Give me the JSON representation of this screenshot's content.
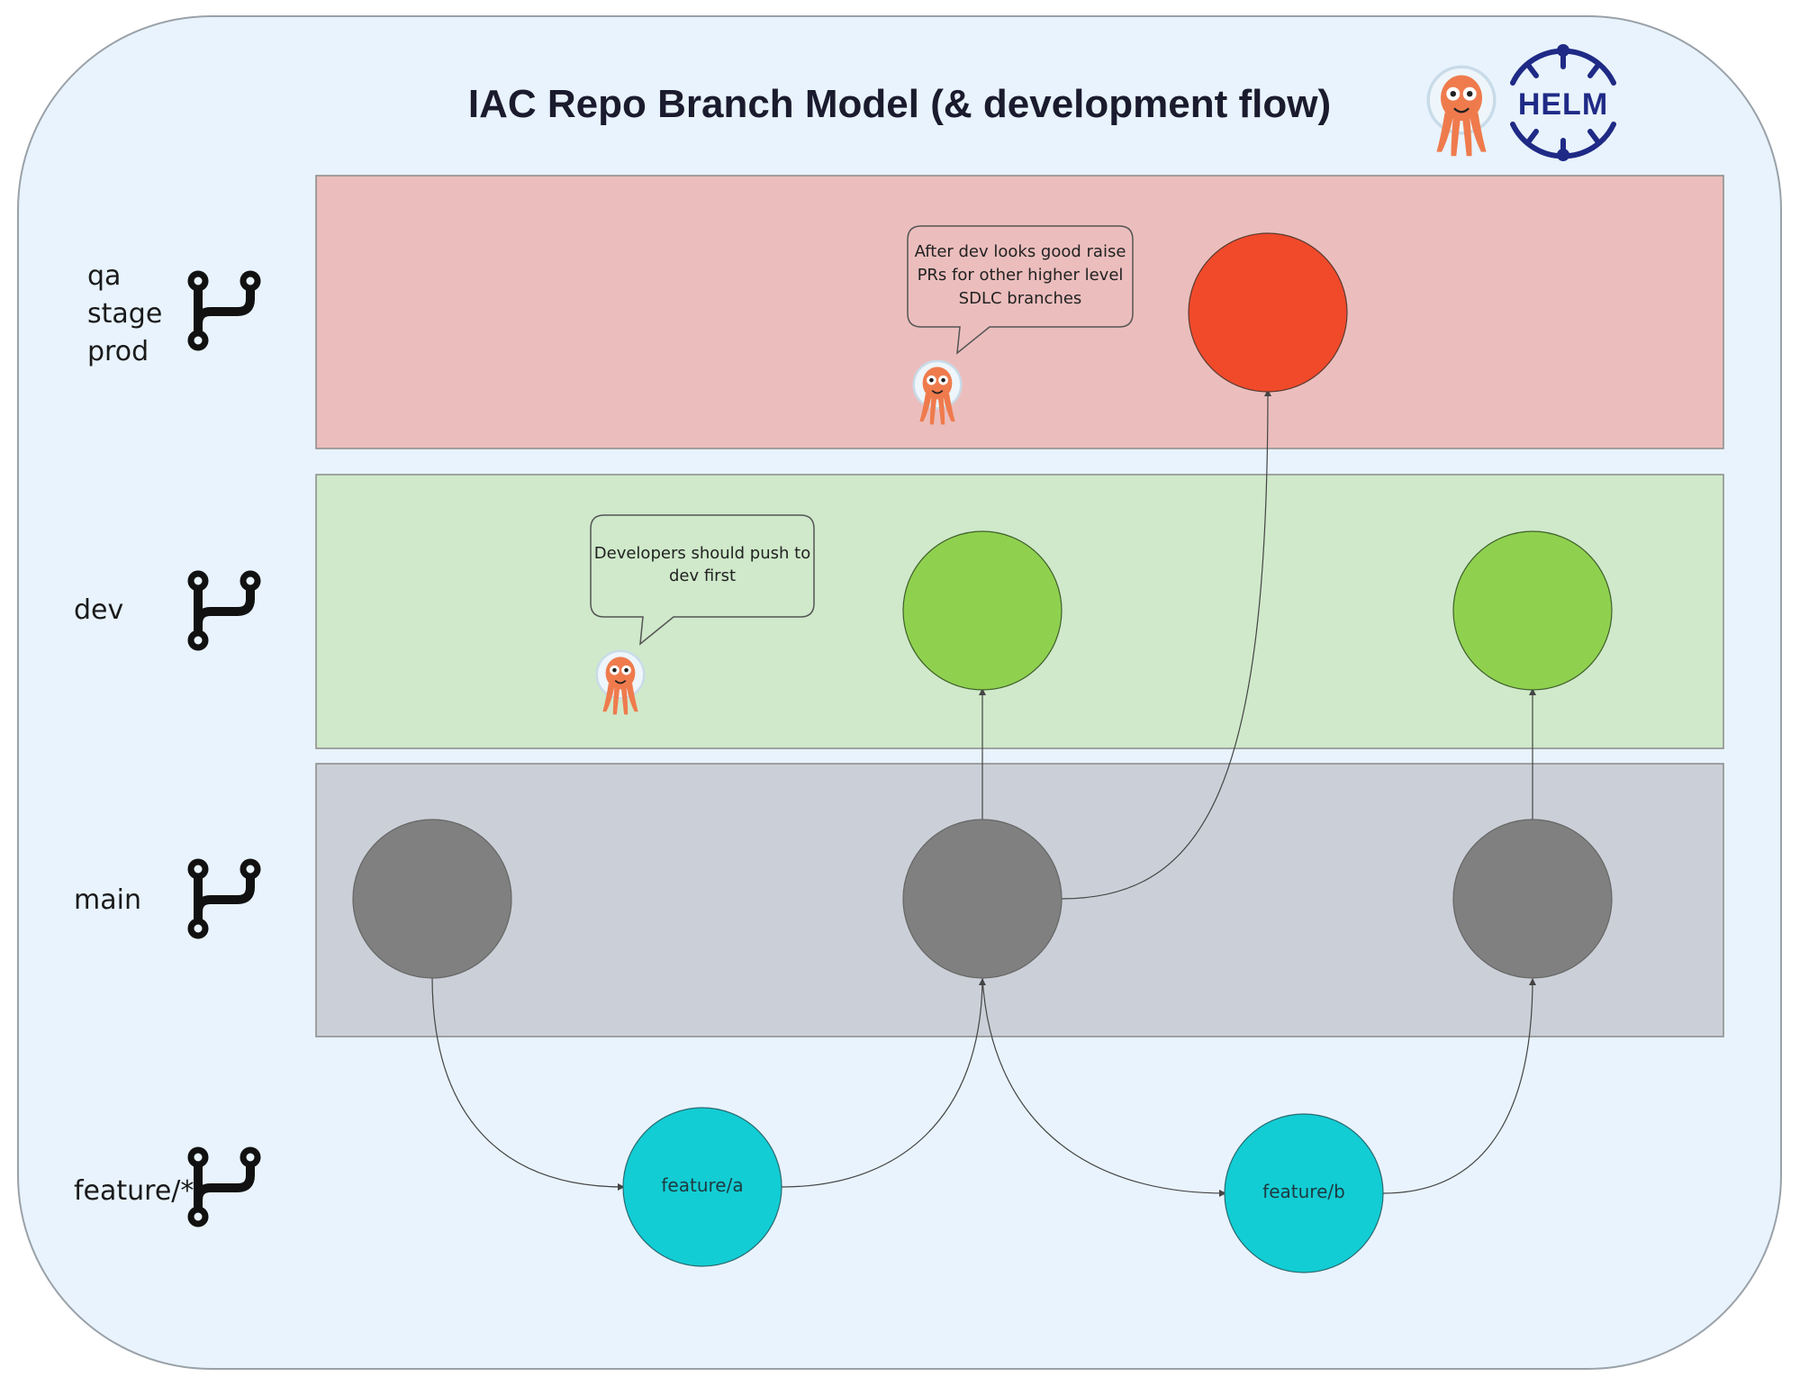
{
  "title": "IAC Repo Branch Model (& development flow)",
  "logos": {
    "argo_icon": "octopus-mascot-icon",
    "helm_label": "HELM",
    "helm_icon": "ship-wheel-icon"
  },
  "lanes": [
    {
      "id": "prod",
      "labels": [
        "qa",
        "stage",
        "prod"
      ],
      "color": "#ebbebd",
      "icon": "git-branch-icon"
    },
    {
      "id": "dev",
      "labels": [
        "dev"
      ],
      "color": "#cfe9ca",
      "icon": "git-branch-icon"
    },
    {
      "id": "main",
      "labels": [
        "main"
      ],
      "color": "#cbd0d8",
      "icon": "git-branch-icon"
    },
    {
      "id": "feature",
      "labels": [
        "feature/*"
      ],
      "color": "none",
      "icon": "git-branch-icon"
    }
  ],
  "callouts": {
    "prod": {
      "lines": [
        "After dev looks good raise",
        "PRs for other higher level",
        "SDLC branches"
      ]
    },
    "dev": {
      "lines": [
        "Developers should push to",
        "dev first"
      ]
    }
  },
  "nodes": [
    {
      "id": "prod-1",
      "lane": "prod",
      "color": "#f04a2b",
      "label": ""
    },
    {
      "id": "dev-1",
      "lane": "dev",
      "color": "#8fd14f",
      "label": ""
    },
    {
      "id": "dev-2",
      "lane": "dev",
      "color": "#8fd14f",
      "label": ""
    },
    {
      "id": "main-1",
      "lane": "main",
      "color": "#808080",
      "label": ""
    },
    {
      "id": "main-2",
      "lane": "main",
      "color": "#808080",
      "label": ""
    },
    {
      "id": "main-3",
      "lane": "main",
      "color": "#808080",
      "label": ""
    },
    {
      "id": "feature-a",
      "lane": "feature",
      "color": "#12cdd4",
      "label": "feature/a"
    },
    {
      "id": "feature-b",
      "lane": "feature",
      "color": "#12cdd4",
      "label": "feature/b"
    }
  ],
  "edges": [
    {
      "from": "main-1",
      "to": "feature-a"
    },
    {
      "from": "feature-a",
      "to": "main-2"
    },
    {
      "from": "main-2",
      "to": "feature-b"
    },
    {
      "from": "feature-b",
      "to": "main-3"
    },
    {
      "from": "main-2",
      "to": "dev-1"
    },
    {
      "from": "main-3",
      "to": "dev-2"
    },
    {
      "from": "main-2",
      "to": "prod-1"
    }
  ],
  "colors": {
    "background": "#e8f3fd",
    "border": "#9aa1a8",
    "edge": "#444444"
  }
}
